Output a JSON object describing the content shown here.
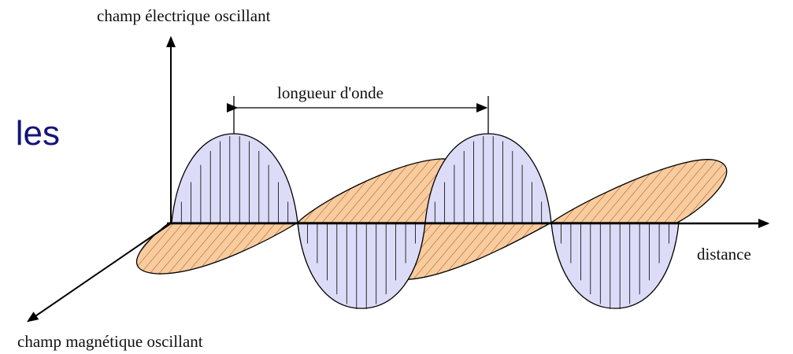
{
  "heading_fragment": "les",
  "labels": {
    "electric_field": "champ électrique oscillant",
    "wavelength": "longueur d'onde",
    "distance": "distance",
    "magnetic_field": "champ magnétique oscillant"
  },
  "colors": {
    "electric_fill": "#dcdcf8",
    "magnetic_fill": "#f7cc9e",
    "magnetic_hatch": "#b04a1c",
    "stroke": "#000000",
    "heading": "#14147a"
  }
}
